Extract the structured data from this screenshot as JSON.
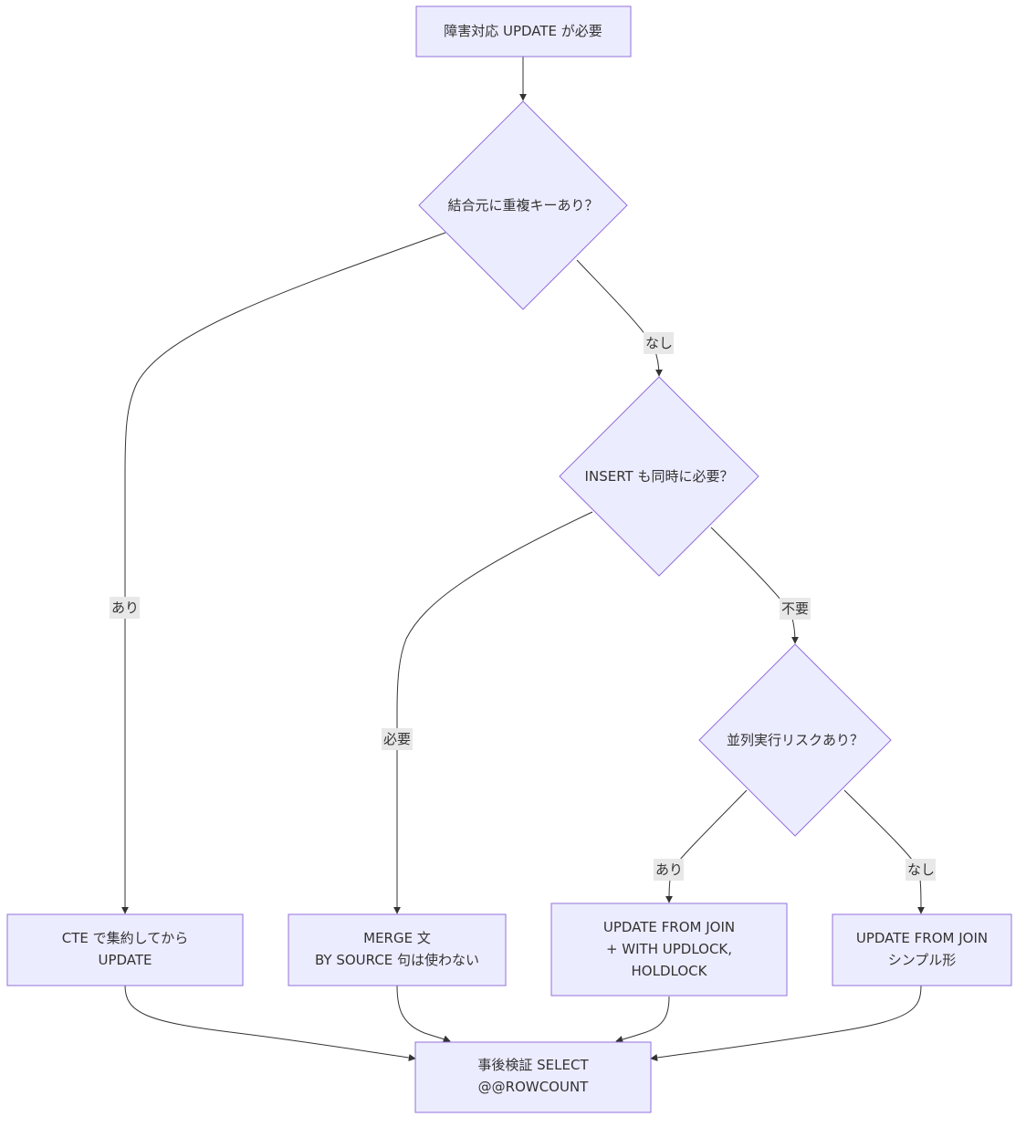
{
  "nodes": {
    "start": {
      "lines": [
        "障害対応 UPDATE が必要"
      ]
    },
    "dup": {
      "lines": [
        "結合元に重複キーあり？"
      ]
    },
    "insert": {
      "lines": [
        "INSERT も同時に必要？"
      ]
    },
    "parallel": {
      "lines": [
        "並列実行リスクあり？"
      ]
    },
    "cte": {
      "lines": [
        "CTE で集約してから",
        "UPDATE"
      ]
    },
    "merge": {
      "lines": [
        "MERGE 文",
        "BY SOURCE 句は使わない"
      ]
    },
    "lock": {
      "lines": [
        "UPDATE FROM JOIN",
        "+ WITH UPDLOCK,",
        "HOLDLOCK"
      ]
    },
    "simple": {
      "lines": [
        "UPDATE FROM JOIN",
        "シンプル形"
      ]
    },
    "verify": {
      "lines": [
        "事後検証 SELECT",
        "@@ROWCOUNT"
      ]
    }
  },
  "edges": {
    "dup_yes": "あり",
    "dup_no": "なし",
    "insert_yes": "必要",
    "insert_no": "不要",
    "parallel_yes": "あり",
    "parallel_no": "なし"
  }
}
